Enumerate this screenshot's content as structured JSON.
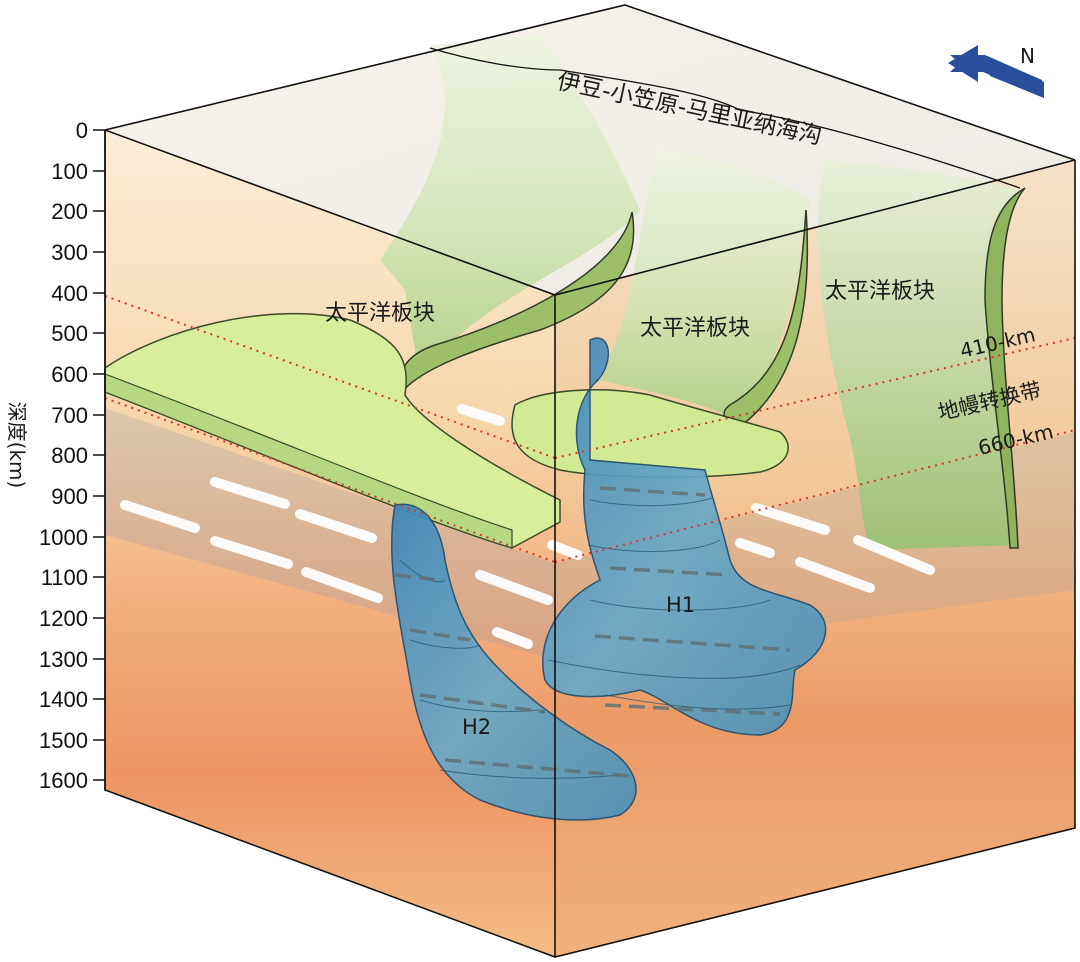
{
  "labels": {
    "trench": "伊豆-小笠原-马里亚纳海沟",
    "plate_1": "太平洋板块",
    "plate_2": "太平洋板块",
    "plate_3": "太平洋板块",
    "d410": "410-km",
    "mtz": "地幔转换带",
    "d660": "660-km",
    "h1": "H1",
    "h2": "H2",
    "north": "N",
    "axis_title": "深度(km)"
  },
  "depth_ticks": [
    "0",
    "100",
    "200",
    "300",
    "400",
    "500",
    "600",
    "700",
    "800",
    "900",
    "1000",
    "1100",
    "1200",
    "1300",
    "1400",
    "1500",
    "1600"
  ],
  "colors": {
    "slab_top": "#d9ee9c",
    "slab_green": "#9ec77a",
    "anomaly_blue": "#4f93bd",
    "boundary_red": "#d9342b",
    "north_arrow": "#2b4e9c"
  }
}
